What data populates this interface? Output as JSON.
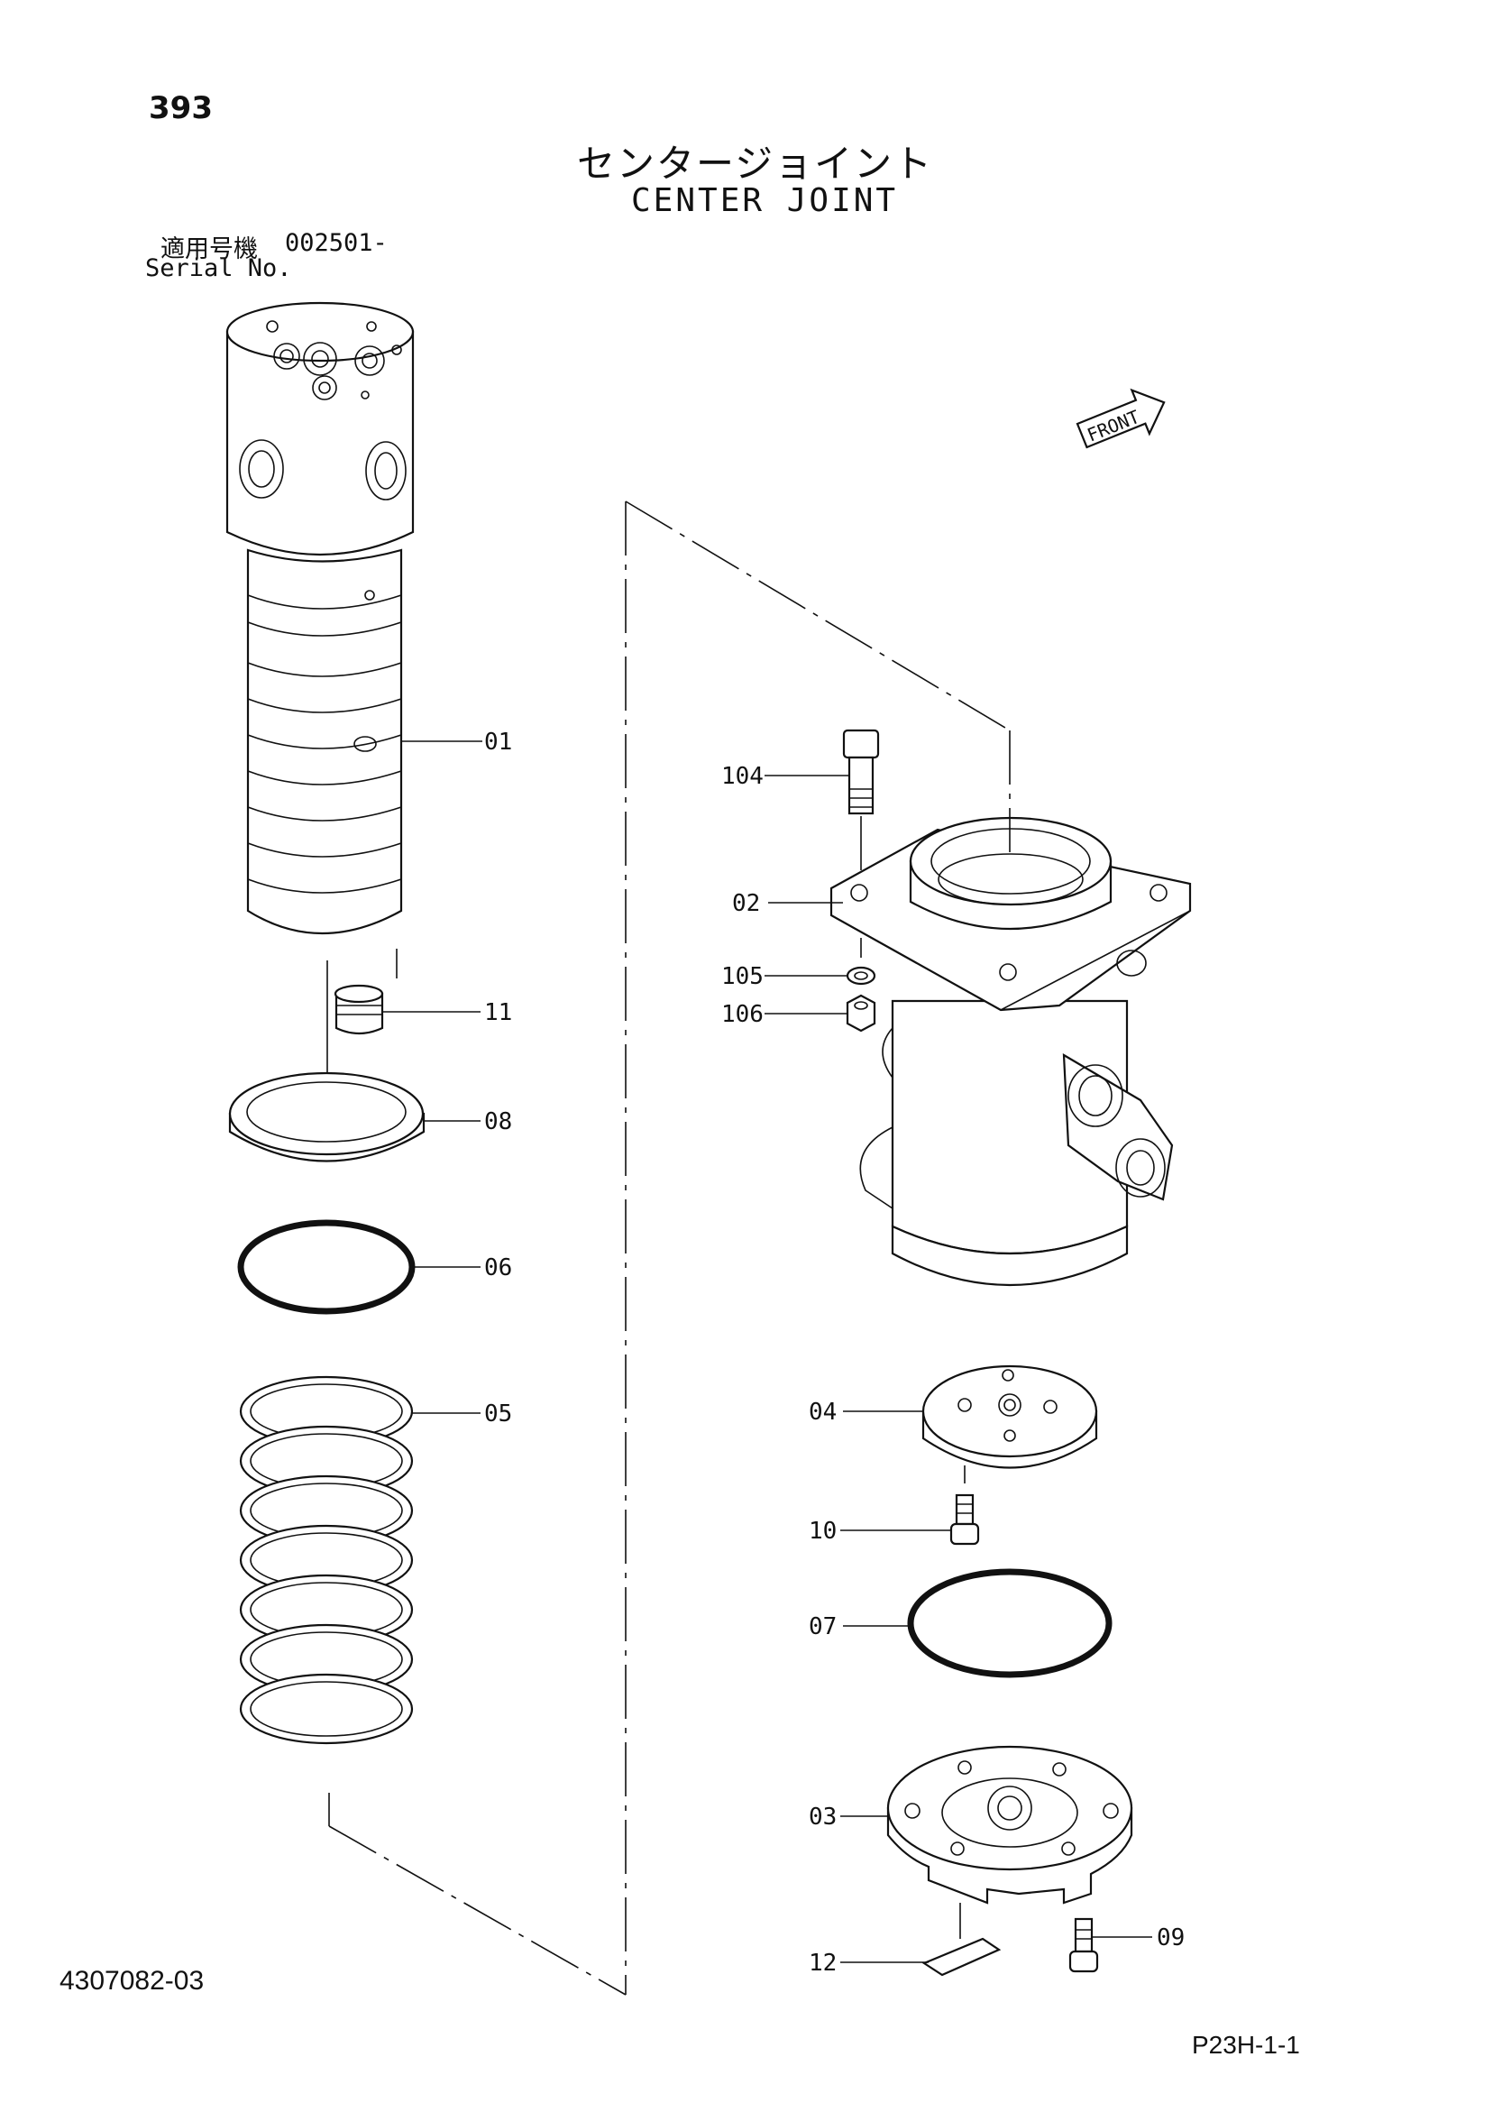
{
  "header": {
    "page_number": "393",
    "title_ja": "センタージョイント",
    "title_en": "CENTER JOINT",
    "serial_label_ja": "適用号機",
    "serial_value": "002501-",
    "serial_label_en": "Serial No."
  },
  "front_indicator": "FRONT",
  "footer": {
    "doc_number": "4307082-03",
    "page_code": "P23H-1-1"
  },
  "part_labels": {
    "p01": "01",
    "p11": "11",
    "p08": "08",
    "p06": "06",
    "p05": "05",
    "p104": "104",
    "p02": "02",
    "p105": "105",
    "p106": "106",
    "p04": "04",
    "p10": "10",
    "p07": "07",
    "p03": "03",
    "p12": "12",
    "p09": "09"
  }
}
